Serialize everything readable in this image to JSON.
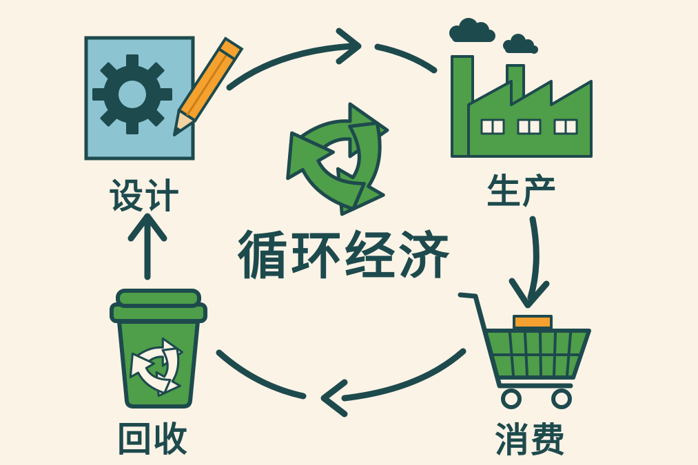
{
  "title": "循环经济",
  "stages": {
    "design": "设计",
    "production": "生产",
    "consumption": "消费",
    "recycling": "回收"
  },
  "colors": {
    "background": "#fbf3e6",
    "dark_teal": "#1d4a4d",
    "green": "#4f9e4a",
    "light_blue": "#8cc4d2",
    "orange": "#f4a12f"
  },
  "icons": {
    "design": "gear-pencil-blueprint-icon",
    "production": "factory-icon",
    "consumption": "shopping-cart-icon",
    "recycling": "recycle-bin-icon",
    "center": "recycle-symbol-icon"
  }
}
